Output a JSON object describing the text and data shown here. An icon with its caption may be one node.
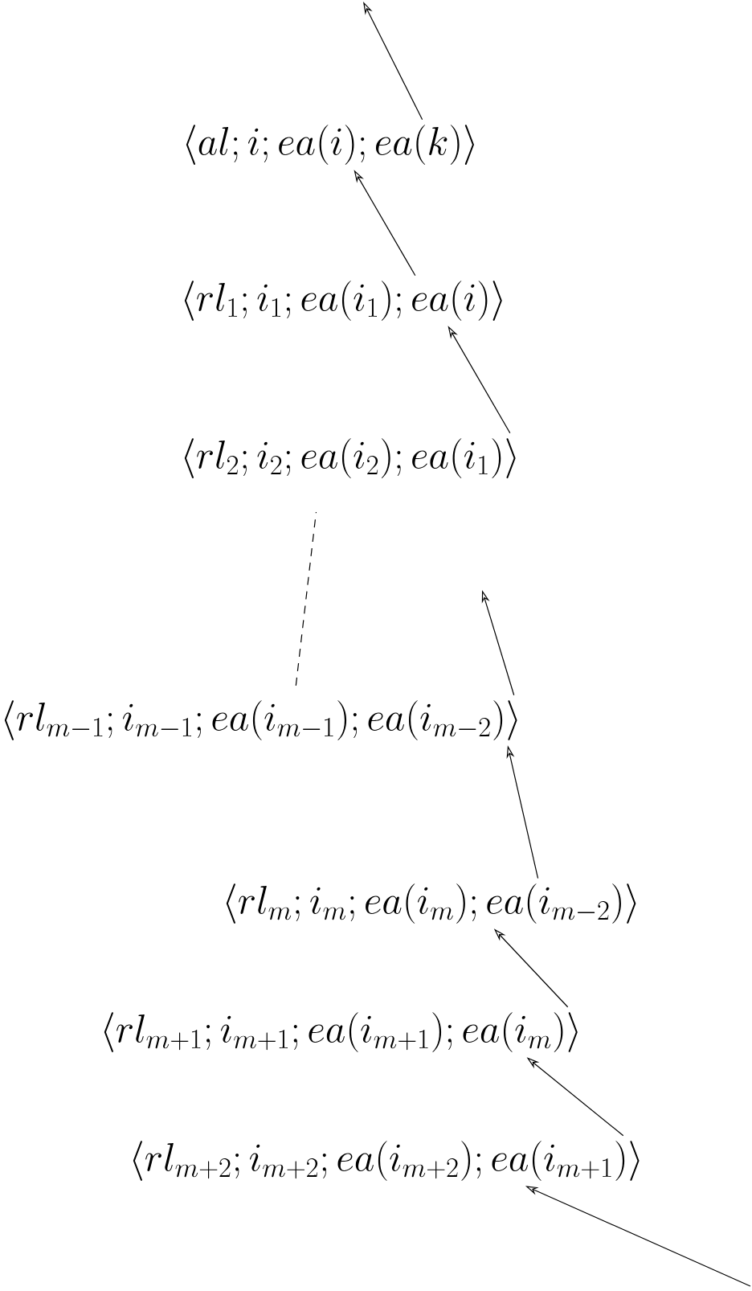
{
  "diagram": {
    "nodes": [
      {
        "text": [
          "\\langle al; i; ea(i); ea(k)\\rangle"
        ]
      },
      {
        "text": [
          "\\langle rl_1; i_1; ea(i_1); ea(i)\\rangle"
        ]
      },
      {
        "text": [
          "\\langle rl_2; i_2; ea(i_2); ea(i_1)\\rangle"
        ]
      },
      {
        "text": [
          "\\langle rl_{m-1}; i_{m-1}; ea(i_{m-1}); ea(i_{m-2})\\rangle"
        ]
      },
      {
        "text": [
          "\\langle rl_m; i_m; ea(i_m); ea(i_{m-2})\\rangle"
        ]
      },
      {
        "text": [
          "\\langle rl_{m+1}; i_{m+1}; ea(i_{m+1}); ea(i_m)\\rangle"
        ]
      },
      {
        "text": [
          "\\langle rl_{m+2}; i_{m+2}; ea(i_{m+2}); ea(i_{m+1})\\rangle"
        ]
      }
    ],
    "edges": [
      {
        "from": 0,
        "to": null,
        "arrow": "to"
      },
      {
        "from": 1,
        "to": 0,
        "arrow": "to"
      },
      {
        "from": 2,
        "to": 1,
        "arrow": "to"
      },
      {
        "from": 3,
        "to": 2,
        "arrow": "none",
        "style": "dashed"
      },
      {
        "from": 3,
        "to": null,
        "arrow": "to"
      },
      {
        "from": 4,
        "to": 3,
        "arrow": "to"
      },
      {
        "from": 5,
        "to": 4,
        "arrow": "to"
      },
      {
        "from": 6,
        "to": 5,
        "arrow": "to"
      },
      {
        "from": null,
        "to": 6,
        "arrow": "to"
      }
    ]
  }
}
